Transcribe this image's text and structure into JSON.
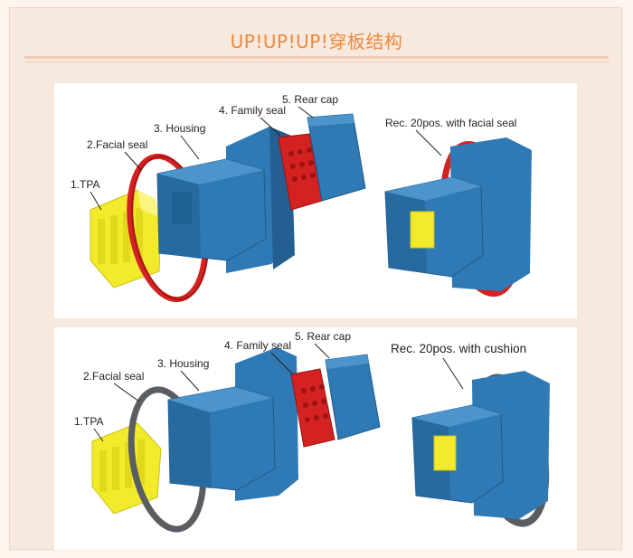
{
  "page": {
    "title": "UP!UP!UP!穿板结构"
  },
  "colors": {
    "title": "#ec8a3c",
    "housing": "#2f79b5",
    "seal_red": "#d42222",
    "seal_gray": "#5a5e62",
    "tpa": "#f2ea2a"
  },
  "panel_top": {
    "labels": {
      "tpa": "1.TPA",
      "facial_seal": "2.Facial seal",
      "housing": "3. Housing",
      "family_seal": "4. Family seal",
      "rear_cap": "5. Rear cap",
      "assembled": "Rec. 20pos. with facial seal"
    }
  },
  "panel_bottom": {
    "labels": {
      "tpa": "1.TPA",
      "facial_seal": "2.Facial seal",
      "housing": "3. Housing",
      "family_seal": "4. Family seal",
      "rear_cap": "5. Rear cap",
      "assembled": "Rec. 20pos. with cushion"
    }
  }
}
